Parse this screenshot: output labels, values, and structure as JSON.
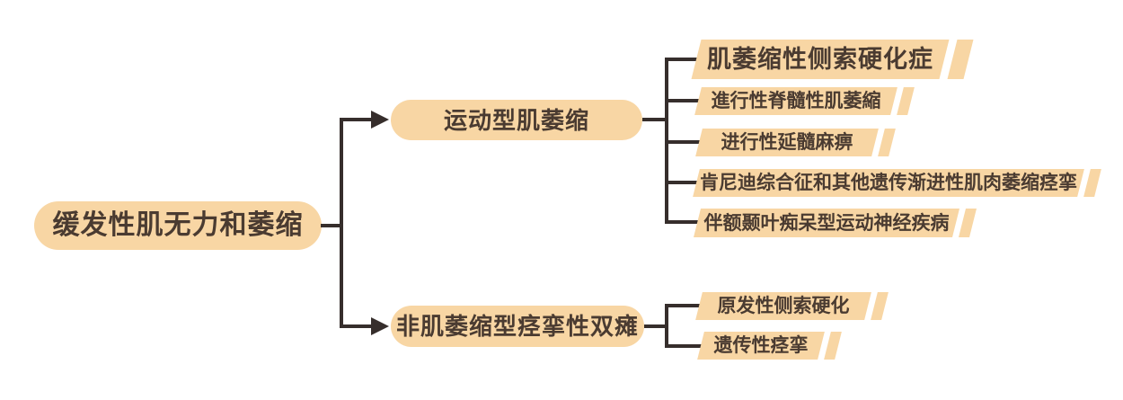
{
  "colors": {
    "background": "#FFFFFF",
    "node_fill": "#F8D6A4",
    "text_color": "#4A3B31",
    "line_color": "#362E2C"
  },
  "root": {
    "label": "缓发性肌无力和萎缩"
  },
  "branches": [
    {
      "label": "运动型肌萎缩",
      "children": [
        "肌萎缩性侧索硬化症",
        "進行性脊髓性肌萎縮",
        "进行性延髓麻痹",
        "肯尼迪综合征和其他遗传渐进性肌肉萎缩痉挛",
        "伴额颞叶痴呆型运动神经疾病"
      ]
    },
    {
      "label": "非肌萎缩型痉挛性双瘫",
      "children": [
        "原发性侧索硬化",
        "遗传性痉挛"
      ]
    }
  ]
}
